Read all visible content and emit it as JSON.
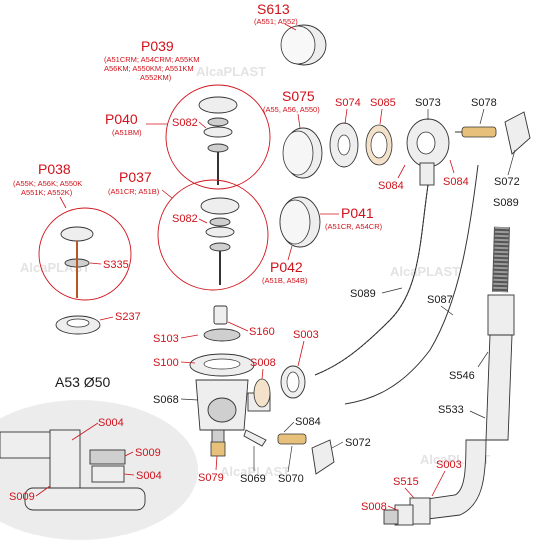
{
  "watermark": "AlcaPLAST",
  "inset": {
    "title": "A53 Ø50"
  },
  "labels": {
    "S613": {
      "code": "S613",
      "models": "(A551; A552)"
    },
    "P039": {
      "code": "P039",
      "models_1": "(A51CRM; A54CRM; A55KM",
      "models_2": "A56KM; A550KM; A551KM",
      "models_3": "A552KM)"
    },
    "P040": {
      "code": "P040",
      "models": "(A51BM)"
    },
    "P038": {
      "code": "P038",
      "models_1": "(A55K; A56K; A550K",
      "models_2": "A551K; A552K)"
    },
    "P037": {
      "code": "P037",
      "models": "(A51CR; A51B)"
    },
    "S075": {
      "code": "S075",
      "models": "(A55, A56, A550)"
    },
    "P041": {
      "code": "P041",
      "models": "(A51CR, A54CR)"
    },
    "P042": {
      "code": "P042",
      "models": "(A51B, A54B)"
    },
    "S082a": "S082",
    "S082b": "S082",
    "S335": "S335",
    "S237": "S237",
    "S074": "S074",
    "S085": "S085",
    "S073": "S073",
    "S078": "S078",
    "S084a": "S084",
    "S084b": "S084",
    "S072a": "S072",
    "S089a": "S089",
    "S089b": "S089",
    "S087": "S087",
    "S546": "S546",
    "S103": "S103",
    "S160": "S160",
    "S003a": "S003",
    "S100": "S100",
    "S008a": "S008",
    "S068": "S068",
    "S084c": "S084",
    "S072b": "S072",
    "S079": "S079",
    "S069": "S069",
    "S070": "S070",
    "S533": "S533",
    "S003b": "S003",
    "S515": "S515",
    "S008b": "S008",
    "S004a": "S004",
    "S009a": "S009",
    "S004b": "S004",
    "S009b": "S009"
  }
}
